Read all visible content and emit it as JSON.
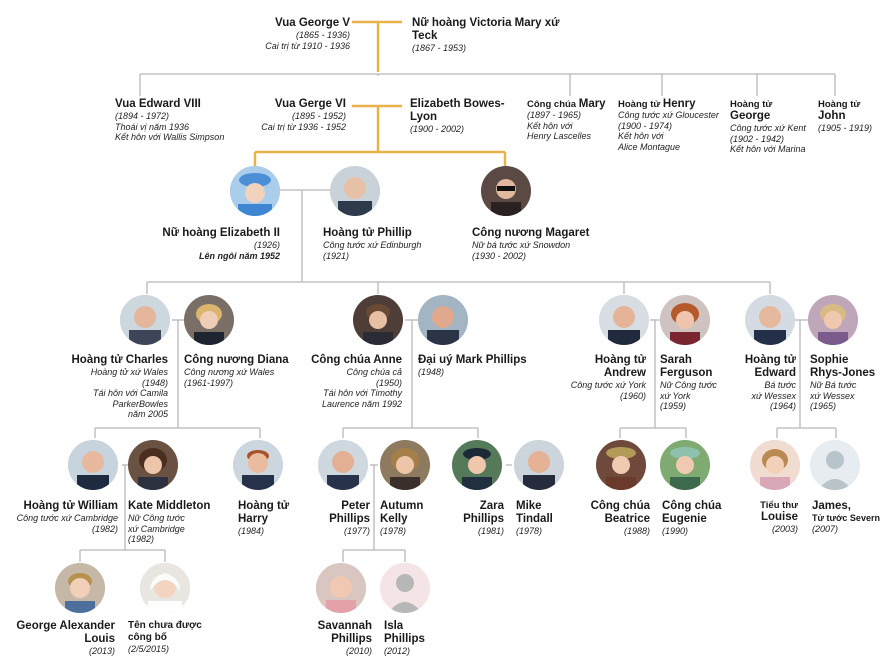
{
  "gen1": {
    "george5": {
      "name": "Vua George V",
      "lines": [
        "(1865 - 1936)",
        "Cai trị từ 1910 - 1936"
      ]
    },
    "mary": {
      "name": "Nữ hoàng Victoria Mary xứ Teck",
      "lines": [
        "(1867 - 1953)"
      ]
    }
  },
  "gen2": {
    "edward8": {
      "name": "Vua Edward VIII",
      "lines": [
        "(1894 - 1972)",
        "Thoái vị năm 1936",
        "Kết hôn với Wallis Simpson"
      ]
    },
    "george6": {
      "name": "Vua Gerge VI",
      "lines": [
        "(1895 - 1952)",
        "Cai trị từ 1936 - 1952"
      ]
    },
    "elizabeth_bl": {
      "name": "Elizabeth Bowes-Lyon",
      "lines": [
        "(1900 - 2002)"
      ]
    },
    "mary_pr": {
      "prefix": "Công chúa",
      "name": "Mary",
      "lines": [
        "(1897 - 1965)",
        "Kết hôn với",
        "Henry Lascelles"
      ]
    },
    "henry": {
      "prefix": "Hoàng tử",
      "name": "Henry",
      "lines": [
        "Công tước xứ Gloucester",
        "(1900 - 1974)",
        "Kết hôn với",
        "Alice Montague"
      ]
    },
    "george_kent": {
      "prefix": "Hoàng tử",
      "name": "George",
      "lines": [
        "Công tước xứ Kent",
        "(1902 - 1942)",
        "Kết hôn với Marina"
      ]
    },
    "john": {
      "prefix": "Hoàng tử",
      "name": "John",
      "lines": [
        "(1905 - 1919)"
      ]
    }
  },
  "gen3": {
    "elizabeth2": {
      "name": "Nữ hoàng Elizabeth II",
      "lines": [
        "(1926)"
      ],
      "bold_line": "Lên ngôi năm 1952"
    },
    "philip": {
      "name": "Hoàng tử Phillip",
      "lines": [
        "Công tước xứ Edinburgh",
        "(1921)"
      ]
    },
    "margaret": {
      "name": "Công nương Magaret",
      "lines": [
        "Nữ bá tước xứ Snowdon",
        "(1930 - 2002)"
      ]
    }
  },
  "gen4": {
    "charles": {
      "name": "Hoàng tử Charles",
      "lines": [
        "Hoàng tử xứ Wales",
        "(1948)",
        "Tái hôn với Camila ParkerBowles",
        "năm 2005"
      ]
    },
    "diana": {
      "name": "Công nương Diana",
      "lines": [
        "Công nương xứ Wales",
        "(1961-1997)"
      ]
    },
    "anne": {
      "name": "Công chúa Anne",
      "lines": [
        "Công chúa cả",
        "(1950)",
        "Tái hôn với Timothy",
        "Laurence năm 1992"
      ]
    },
    "mark": {
      "name": "Đại uý Mark Phillips",
      "lines": [
        "(1948)"
      ]
    },
    "andrew": {
      "name": "Hoàng tử Andrew",
      "lines": [
        "Công tước xứ York",
        "(1960)"
      ]
    },
    "sarah": {
      "name": "Sarah Ferguson",
      "lines": [
        "Nữ Công tước",
        "xứ York",
        "(1959)"
      ]
    },
    "edward": {
      "name": "Hoàng tử Edward",
      "lines": [
        "Bá tước",
        "xứ Wessex",
        "(1964)"
      ]
    },
    "sophie": {
      "name": "Sophie Rhys-Jones",
      "lines": [
        "Nữ Bá tước",
        "xứ Wessex",
        "(1965)"
      ]
    }
  },
  "gen5": {
    "william": {
      "name": "Hoàng tử William",
      "lines": [
        "Công tước xứ Cambridge",
        "(1982)"
      ]
    },
    "kate": {
      "name": "Kate Middleton",
      "lines": [
        "Nữ Công tước",
        "xứ Cambridge",
        "(1982)"
      ]
    },
    "harry": {
      "name": "Hoàng tử Harry",
      "lines": [
        "(1984)"
      ]
    },
    "peter": {
      "name": "Peter Phillips",
      "lines": [
        "(1977)"
      ]
    },
    "autumn": {
      "name": "Autumn Kelly",
      "lines": [
        "(1978)"
      ]
    },
    "zara": {
      "name": "Zara Phillips",
      "lines": [
        "(1981)"
      ]
    },
    "mike": {
      "name": "Mike Tindall",
      "lines": [
        "(1978)"
      ]
    },
    "beatrice": {
      "name": "Công chúa Beatrice",
      "lines": [
        "(1988)"
      ]
    },
    "eugenie": {
      "name": "Công chúa Eugenie",
      "lines": [
        "(1990)"
      ]
    },
    "louise": {
      "prefix": "Tiểu thư",
      "name": "Louise",
      "lines": [
        "(2003)"
      ]
    },
    "james": {
      "name": "James,",
      "sub": "Tử tước Severn",
      "lines": [
        "(2007)"
      ]
    }
  },
  "gen6": {
    "george": {
      "name": "George Alexander Louis",
      "lines": [
        "(2013)"
      ]
    },
    "unnamed": {
      "name": "Tên chưa được công bố",
      "lines": [
        "(2/5/2015)"
      ]
    },
    "savannah": {
      "name": "Savannah Phillips",
      "lines": [
        "(2010)"
      ]
    },
    "isla": {
      "name": "Isla Phillips",
      "lines": [
        "(2012)"
      ]
    }
  },
  "colors": {
    "gold_line": "#e8b34a",
    "gray_line": "#b8b8b8",
    "text": "#1a1a1a"
  }
}
